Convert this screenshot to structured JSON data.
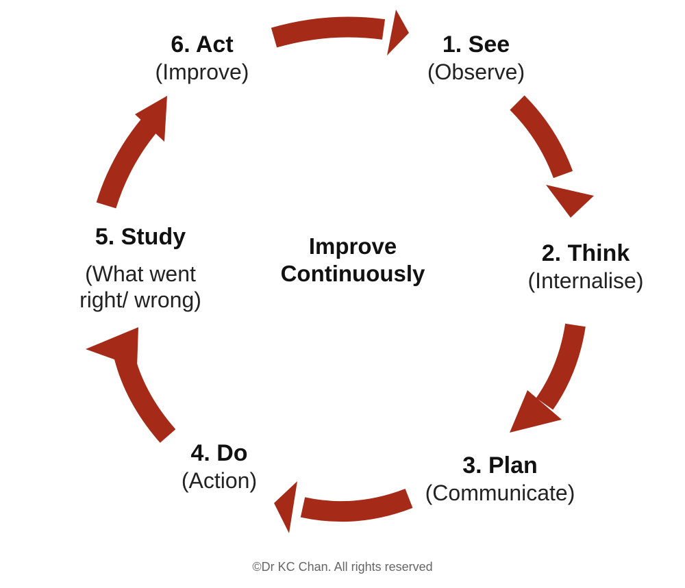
{
  "colors": {
    "arrow": "#a52a17",
    "text": "#111111",
    "footer": "#666666"
  },
  "center": {
    "line1": "Improve",
    "line2": "Continuously"
  },
  "steps": [
    {
      "title": "1. See",
      "subtitle": "(Observe)"
    },
    {
      "title": "2. Think",
      "subtitle": "(Internalise)"
    },
    {
      "title": "3. Plan",
      "subtitle": "(Communicate)"
    },
    {
      "title": "4. Do",
      "subtitle": "(Action)"
    },
    {
      "title": "5. Study",
      "subtitle_line1": "(What went",
      "subtitle_line2": "right/ wrong)"
    },
    {
      "title": "6. Act",
      "subtitle": "(Improve)"
    }
  ],
  "footer": {
    "copyright": "©Dr KC Chan. All rights reserved"
  }
}
